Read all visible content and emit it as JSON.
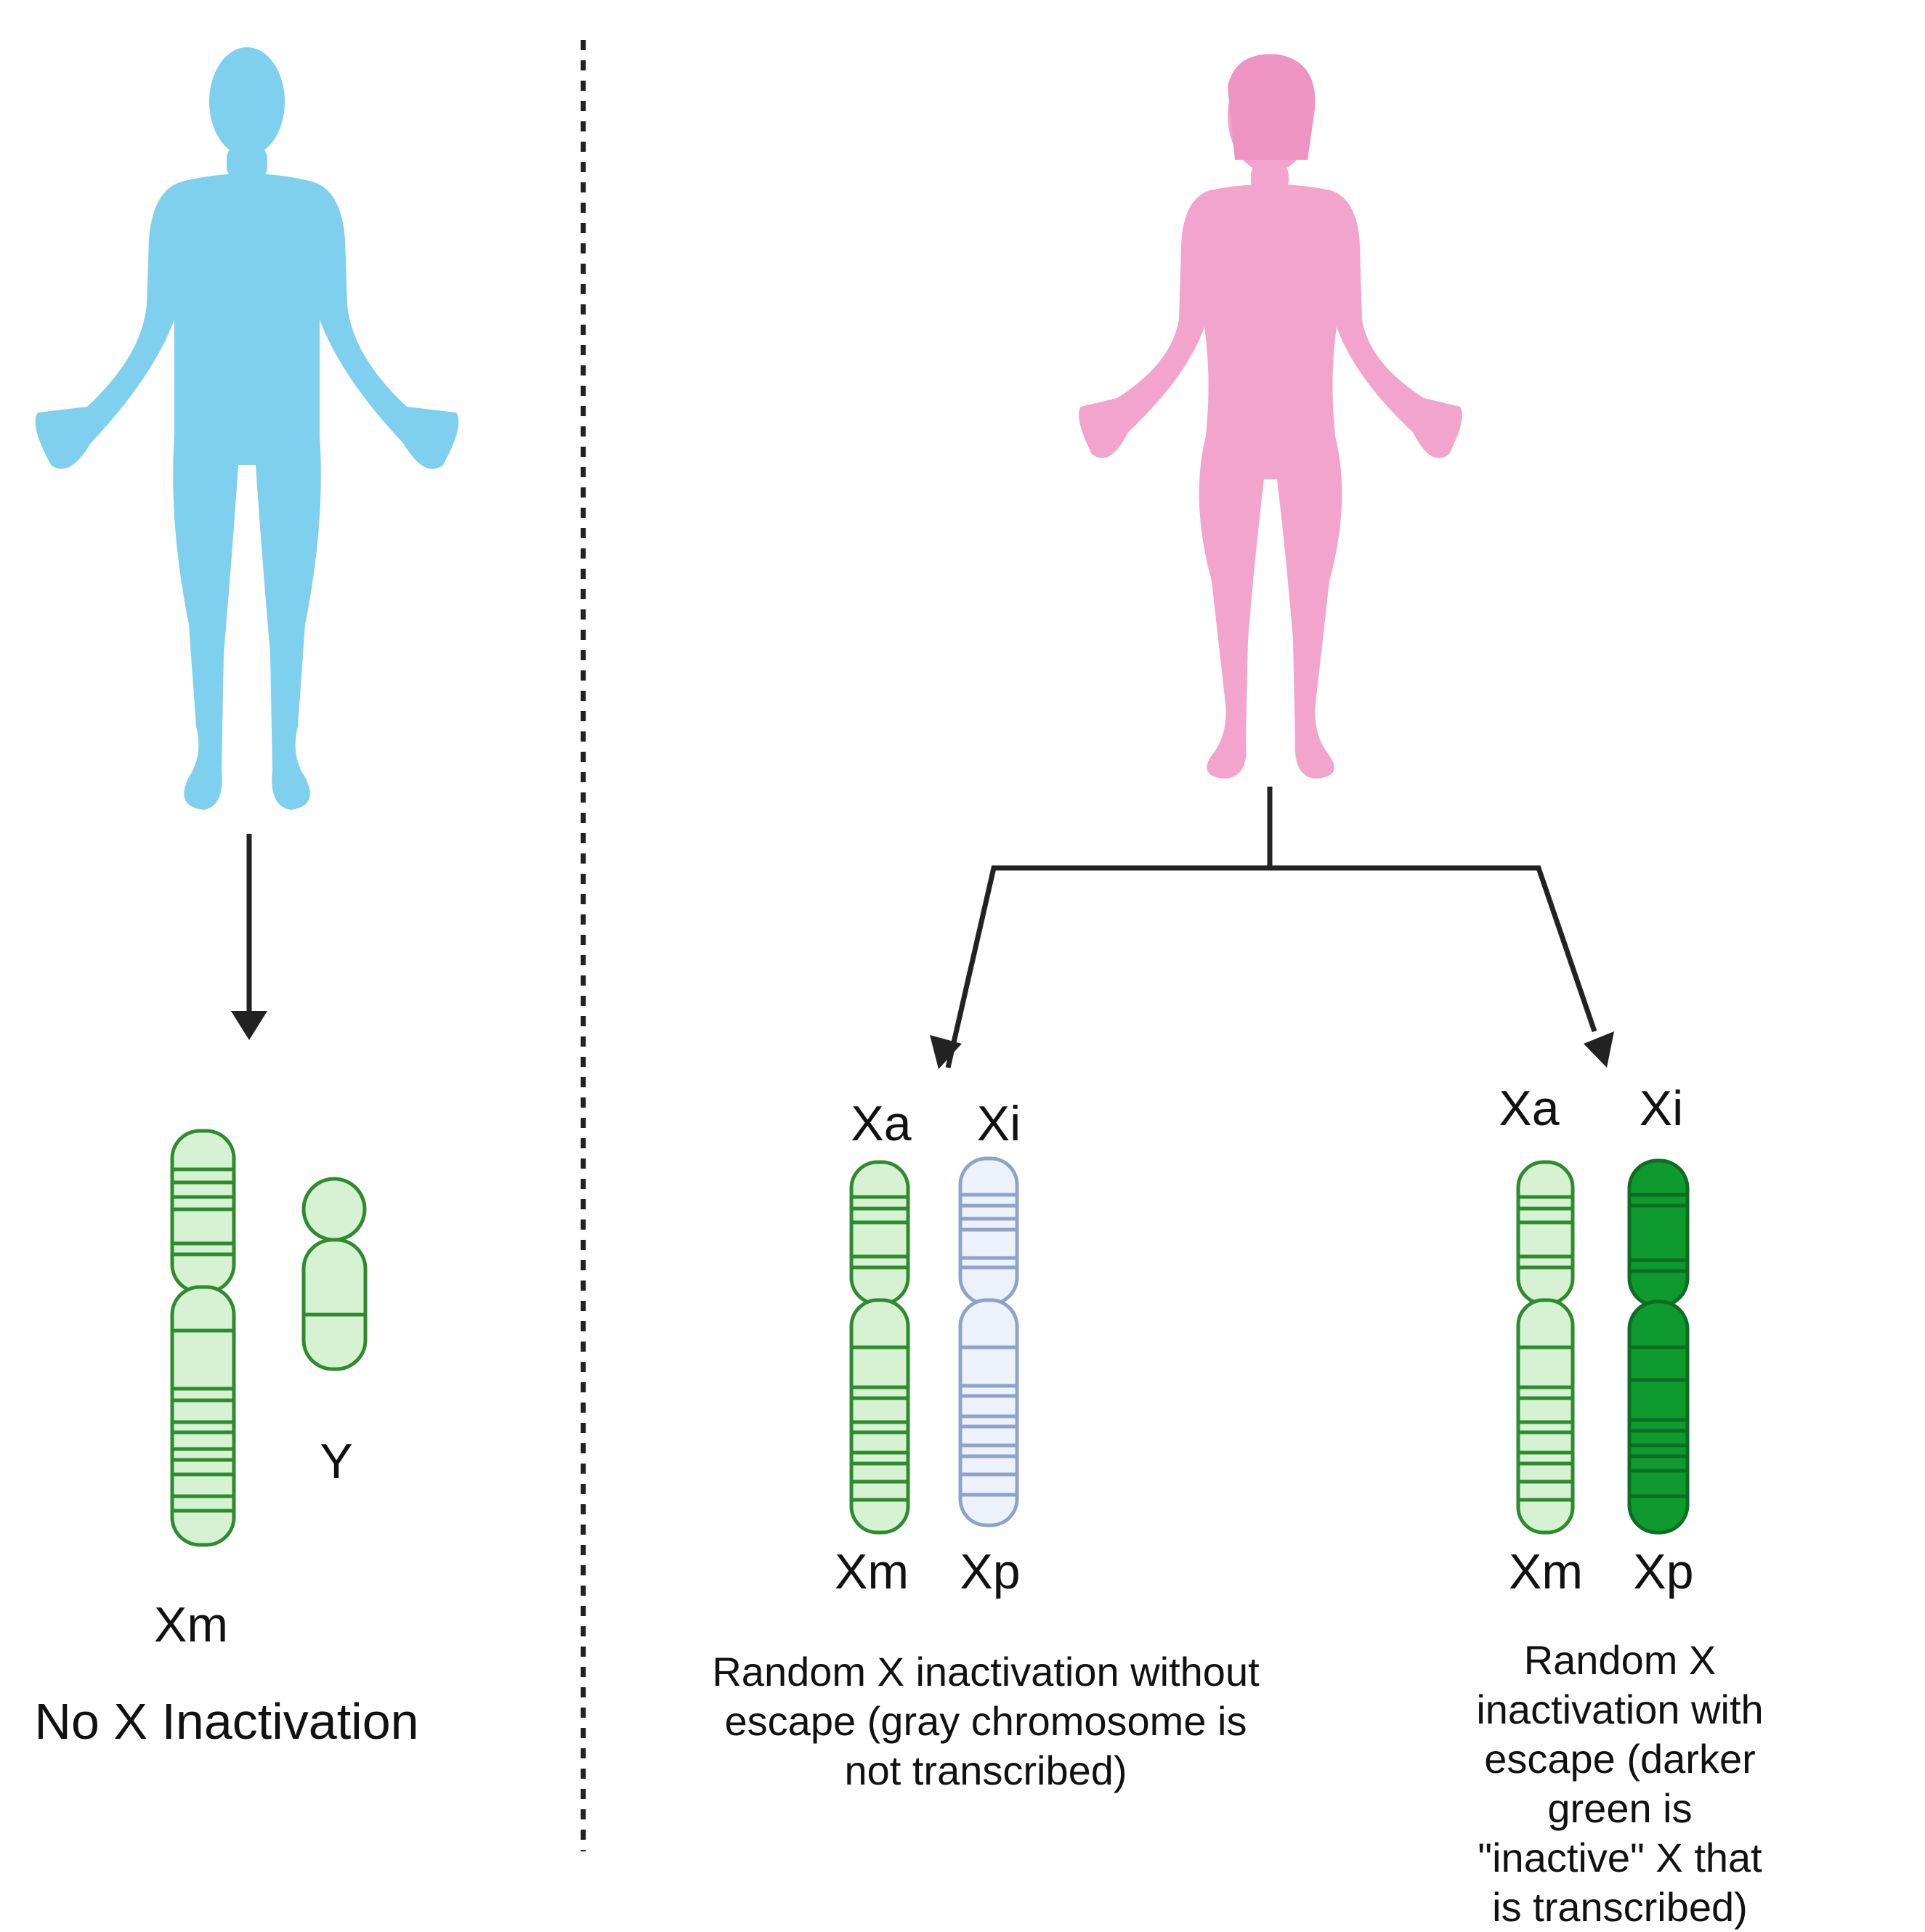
{
  "male": {
    "chromosome_labels": {
      "x_bottom": "Xm",
      "y": "Y"
    },
    "caption": "No X Inactivation"
  },
  "female": {
    "left_pair": {
      "top_left": "Xa",
      "top_right": "Xi",
      "bottom_left": "Xm",
      "bottom_right": "Xp",
      "caption_line1": "Random X inactivation without",
      "caption_line2": "escape (gray chromosome is",
      "caption_line3": "not transcribed)"
    },
    "right_pair": {
      "top_left": "Xa",
      "top_right": "Xi",
      "bottom_left": "Xm",
      "bottom_right": "Xp",
      "caption_line1": "Random X inactivation with",
      "caption_line2": "escape (darker green is",
      "caption_line3": "\"inactive\" X that is transcribed)"
    }
  },
  "colors": {
    "male_body": "#7fd0ee",
    "female_body": "#f2a4cc",
    "chrom_light_fill": "#d6f2d3",
    "chrom_light_stroke": "#2e8b2e",
    "chrom_gray_fill": "#edf2fa",
    "chrom_gray_stroke": "#8fa3c8",
    "chrom_dark_fill": "#0e9a2e",
    "chrom_dark_stroke": "#0b6e20",
    "arrow": "#222222"
  }
}
